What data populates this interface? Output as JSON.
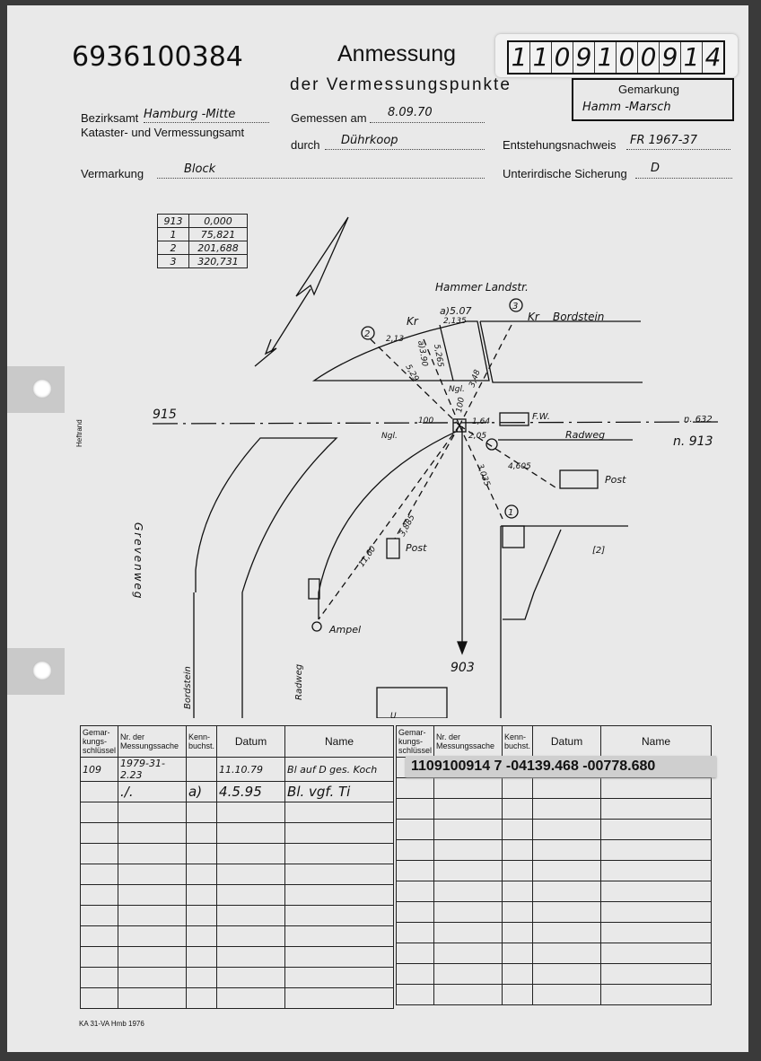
{
  "header": {
    "archive_number": "6936100384",
    "title": "Anmessung",
    "subtitle": "der Vermessungspunkte",
    "point_id_digits": [
      "1",
      "1",
      "0",
      "9",
      "1",
      "0",
      "0",
      "9",
      "1",
      "4"
    ],
    "gemarkung_label": "Gemarkung",
    "gemarkung_value": "Hamm -Marsch"
  },
  "fields": {
    "bezirksamt_label": "Bezirksamt",
    "bezirksamt_value": "Hamburg -Mitte",
    "amt_label": "Kataster- und Vermessungsamt",
    "gemessen_label": "Gemessen am",
    "gemessen_value": "8.09.70",
    "durch_label": "durch",
    "durch_value": "Dührkoop",
    "entstehung_label": "Entstehungsnachweis",
    "entstehung_value": "FR 1967-37",
    "vermarkung_label": "Vermarkung",
    "vermarkung_value": "Block",
    "unterirdisch_label": "Unterirdische Sicherung",
    "unterirdisch_value": "D"
  },
  "margin": {
    "heftrand": "Heftrand",
    "form_id": "KA 31-VA Hmb 1976"
  },
  "point_table": [
    [
      "913",
      "0,000"
    ],
    [
      "1",
      "75,821"
    ],
    [
      "2",
      "201,688"
    ],
    [
      "3",
      "320,731"
    ]
  ],
  "sketch": {
    "street_top": "Hammer Landstr.",
    "bordstein_top": "Bordstein",
    "kr1": "Kr",
    "kr2": "Kr",
    "p915": "915",
    "p913": "n. 913",
    "p632": "n. 632",
    "p903": "903",
    "m_a507": "a)5.07",
    "m_2135": "2,135",
    "m_213": "2,13",
    "m_a390": "a)3.90",
    "m_5265": "5,265",
    "m_529": "5,29",
    "m_348": "3,48",
    "m_ngl1": "Ngl.",
    "m_ngl2": "Ngl.",
    "m_100a": "100",
    "m_100b": "100",
    "m_164": "1,64",
    "m_205": "2,05",
    "m_4605": "4,605",
    "m_3035": "3,035",
    "m_3885": "3,885",
    "m_1160": "11,60",
    "fw": "F.W.",
    "radweg_top": "Radweg",
    "post1": "Post",
    "post2": "Post",
    "ampel": "Ampel",
    "grevenweg": "Grevenweg",
    "bordstein_left": "Bordstein",
    "radweg_left": "Radweg",
    "c1": "1",
    "c2": "2",
    "c3": "3",
    "bracket2": "[2]",
    "u": "U"
  },
  "log": {
    "headers": [
      "Gemar-kungs-schlüssel",
      "Nr. der Messungssache",
      "Kenn-buchst.",
      "Datum",
      "Name"
    ],
    "left_rows": [
      [
        "109",
        "1979-31-2.23",
        "",
        "11.10.79",
        "Bl auf D ges. Koch"
      ],
      [
        "",
        "./.",
        "a)",
        "4.5.95",
        "Bl. vgf. Ti"
      ]
    ],
    "stamp": "1109100914 7  -04139.468 -00778.680"
  }
}
